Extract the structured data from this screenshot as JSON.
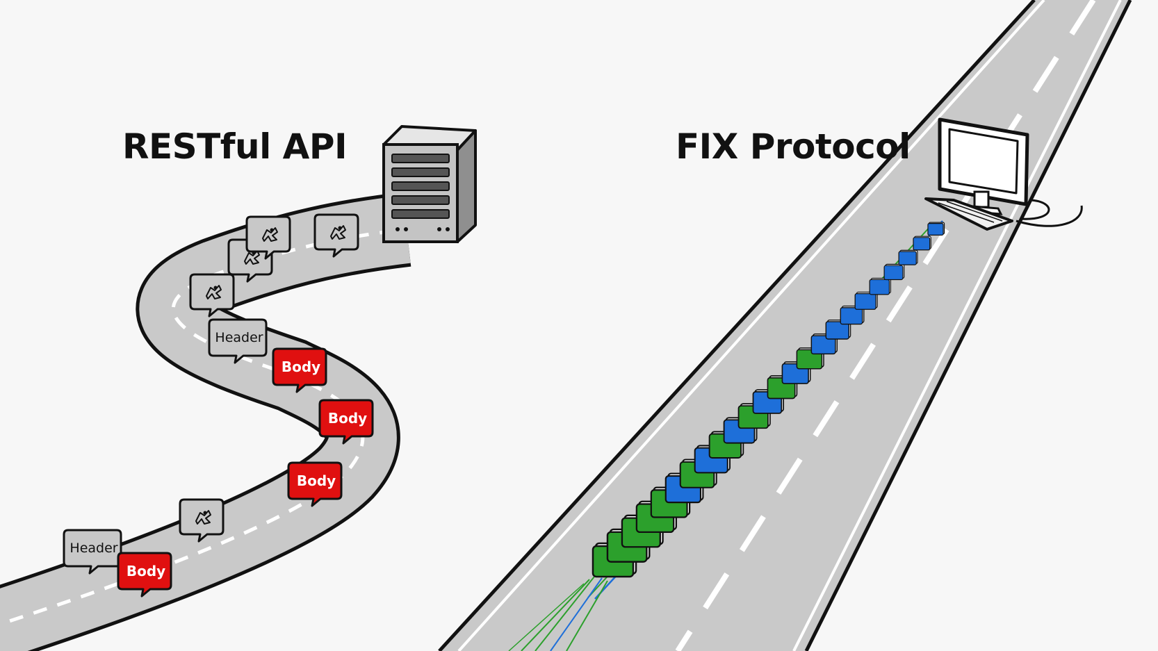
{
  "left_panel": {
    "title": "RESTful API",
    "header_label": "Header",
    "body_label": "Body",
    "messages": [
      {
        "kind": "header"
      },
      {
        "kind": "body"
      },
      {
        "kind": "icon"
      },
      {
        "kind": "icon"
      },
      {
        "kind": "icon"
      },
      {
        "kind": "icon"
      },
      {
        "kind": "header"
      },
      {
        "kind": "body"
      },
      {
        "kind": "body"
      },
      {
        "kind": "body"
      },
      {
        "kind": "icon"
      }
    ],
    "endpoint_icon": "server-icon"
  },
  "right_panel": {
    "title": "FIX Protocol",
    "packet_count": 24,
    "packet_colors": [
      "#2ca02c",
      "#1e6fd9"
    ],
    "endpoint_icon": "computer-icon"
  },
  "colors": {
    "road": "#c9c9c9",
    "road_edge": "#111111",
    "lane_mark": "#ffffff",
    "body_bubble": "#e01010",
    "header_bubble": "#c8c8c8",
    "packet_green": "#2ca02c",
    "packet_blue": "#1e6fd9"
  }
}
